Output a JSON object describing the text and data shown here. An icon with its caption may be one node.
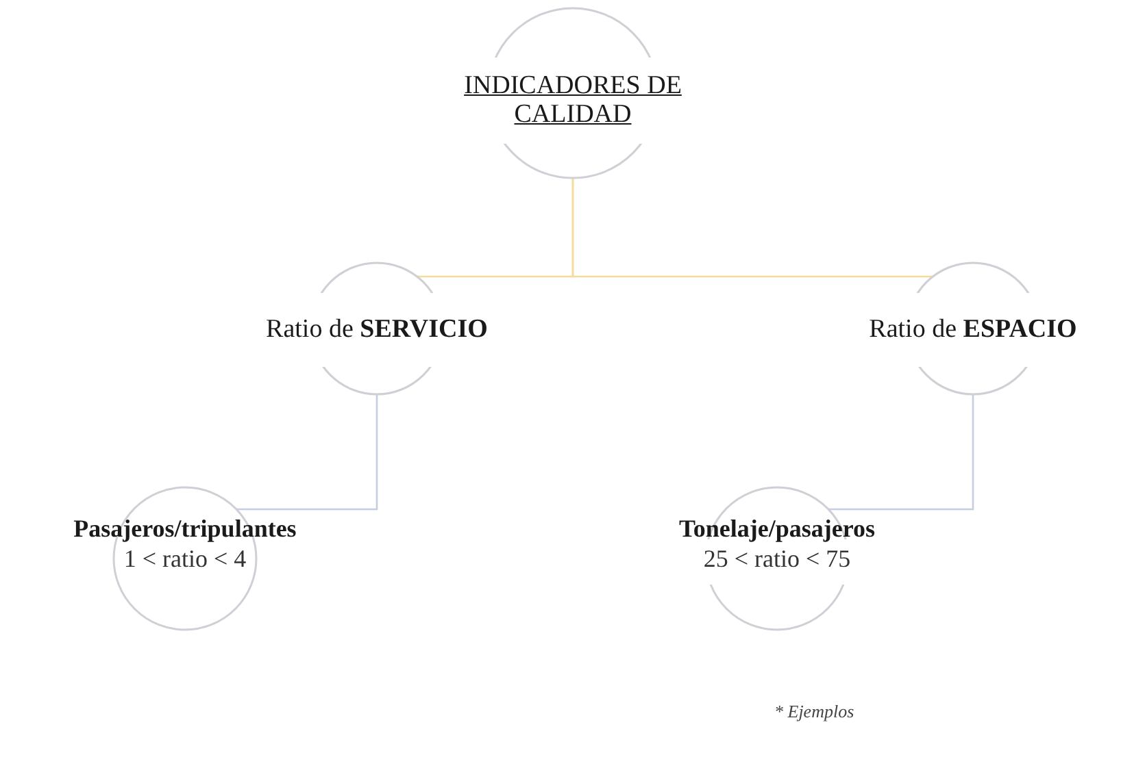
{
  "diagram": {
    "nodes": [
      {
        "text": [
          "INDICADORES DE CALIDAD"
        ]
      },
      {
        "text": [
          "Ratio de **SERVICIO**"
        ]
      },
      {
        "text": [
          "Ratio de **ESPACIO**"
        ]
      },
      {
        "text": [
          "Pasajeros/tripulantes",
          "1 < ratio < 4"
        ]
      },
      {
        "text": [
          "Tonelaje/pasajeros",
          "25 < ratio < 75"
        ]
      }
    ],
    "edges": [
      {
        "from": 0,
        "to": 1,
        "arrow": "none"
      },
      {
        "from": 0,
        "to": 2,
        "arrow": "none"
      },
      {
        "from": 1,
        "to": 3,
        "arrow": "none",
        "color": "#c5cde0"
      },
      {
        "from": 2,
        "to": 4,
        "arrow": "none",
        "color": "#c5cde0"
      }
    ],
    "labels": [
      "* Ejemplos"
    ]
  }
}
